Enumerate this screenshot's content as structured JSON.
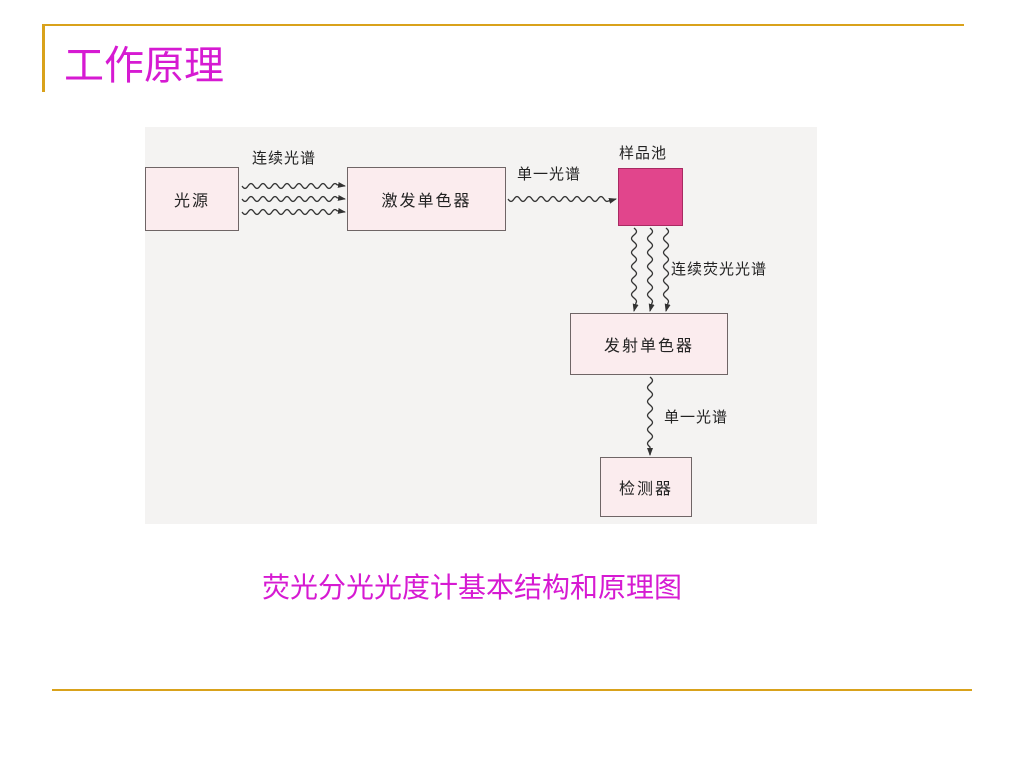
{
  "slide": {
    "title": "工作原理",
    "caption": "荧光分光光度计基本结构和原理图"
  },
  "diagram": {
    "nodes": {
      "light_source": "光源",
      "excitation_monochromator": "激发单色器",
      "sample_cell": "样品池",
      "emission_monochromator": "发射单色器",
      "detector": "检测器"
    },
    "edge_labels": {
      "source_to_excitation": "连续光谱",
      "excitation_to_sample": "单一光谱",
      "sample_to_emission": "连续荧光光谱",
      "emission_to_detector": "单一光谱"
    }
  },
  "colors": {
    "title": "#d61ad2",
    "rule": "#d9a21b",
    "sample_cell": "#e1458c",
    "box_fill": "#fbecee"
  }
}
